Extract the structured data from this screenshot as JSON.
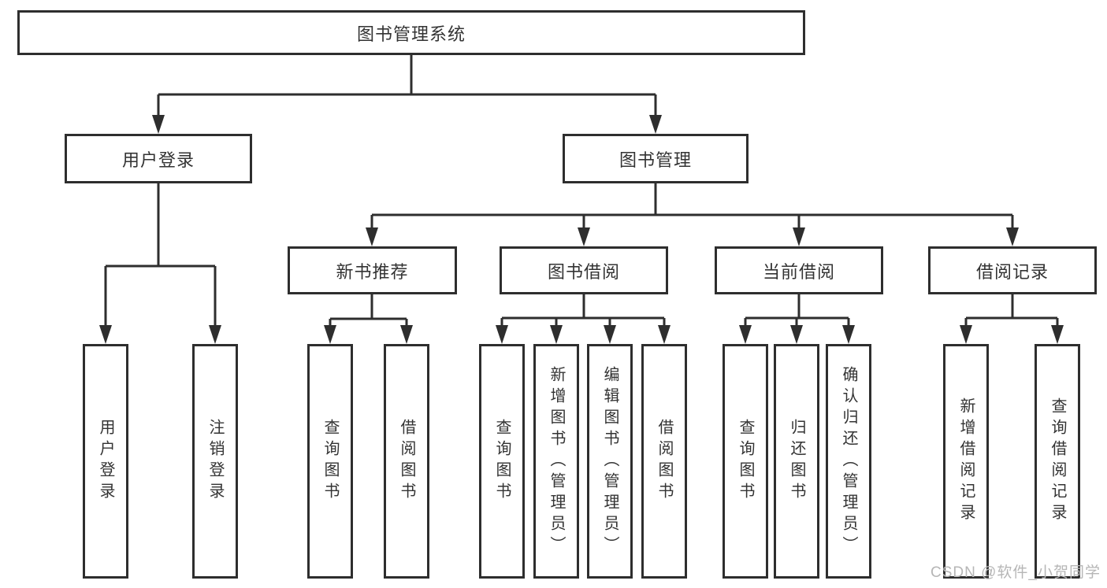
{
  "diagram_title": "图书管理系统",
  "nodes": {
    "root": {
      "label": "图书管理系统"
    },
    "user_login": {
      "label": "用户登录"
    },
    "book_management": {
      "label": "图书管理"
    },
    "leaf_user_login": {
      "label": "用户登录"
    },
    "leaf_logout": {
      "label": "注销登录"
    },
    "new_book_recommend": {
      "label": "新书推荐"
    },
    "book_borrowing": {
      "label": "图书借阅"
    },
    "current_borrowing": {
      "label": "当前借阅"
    },
    "borrowing_records": {
      "label": "借阅记录"
    },
    "rec_query_book": {
      "label": "查询图书"
    },
    "rec_borrow_book": {
      "label": "借阅图书"
    },
    "bb_query_book": {
      "label": "查询图书"
    },
    "bb_add_book": {
      "label": "新增图书（管理员）"
    },
    "bb_edit_book": {
      "label": "编辑图书（管理员）"
    },
    "bb_borrow_book": {
      "label": "借阅图书"
    },
    "cb_query_book": {
      "label": "查询图书"
    },
    "cb_return_book": {
      "label": "归还图书"
    },
    "cb_confirm_return": {
      "label": "确认归还（管理员）"
    },
    "br_add_record": {
      "label": "新增借阅记录"
    },
    "br_query_record": {
      "label": "查询借阅记录"
    }
  },
  "hierarchy": {
    "图书管理系统": {
      "用户登录": [
        "用户登录",
        "注销登录"
      ],
      "图书管理": {
        "新书推荐": [
          "查询图书",
          "借阅图书"
        ],
        "图书借阅": [
          "查询图书",
          "新增图书（管理员）",
          "编辑图书（管理员）",
          "借阅图书"
        ],
        "当前借阅": [
          "查询图书",
          "归还图书",
          "确认归还（管理员）"
        ],
        "借阅记录": [
          "新增借阅记录",
          "查询借阅记录"
        ]
      }
    }
  },
  "watermark": "CSDN @软件_小贺同学",
  "colors": {
    "line": "#2e2e2e",
    "box_border": "#2e2e2e",
    "box_fill": "#ffffff",
    "text": "#333333",
    "watermark": "#b6b6b6",
    "background": "#ffffff"
  }
}
